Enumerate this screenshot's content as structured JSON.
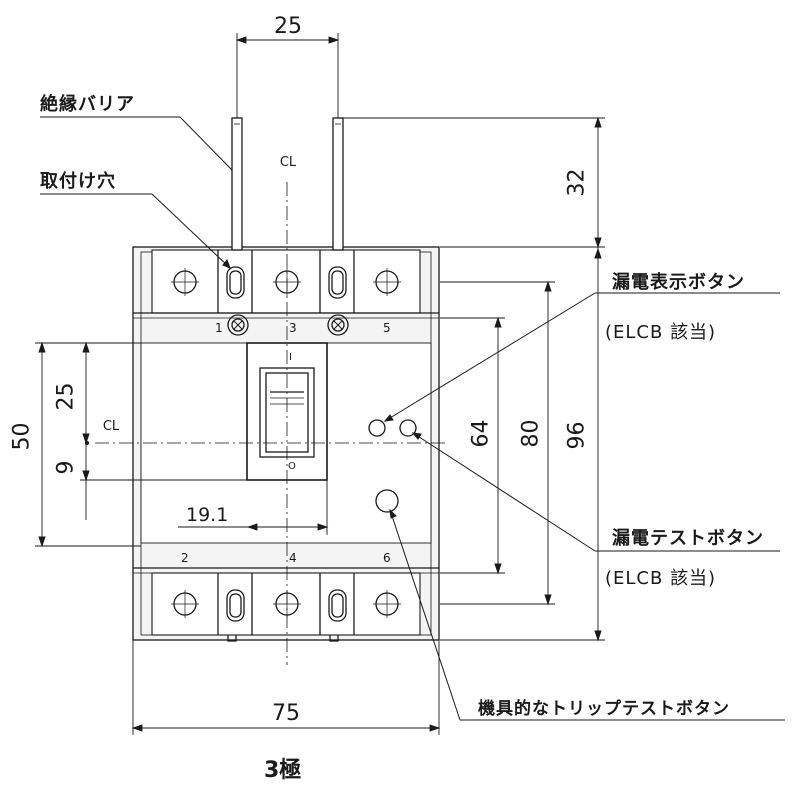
{
  "dimensions": {
    "terminal_pitch": "25",
    "terminal_height": "32",
    "leak_button_height": "64",
    "body_inner_height": "80",
    "overall_height": "96",
    "left_height": "50",
    "left_upper": "25",
    "left_lower": "9",
    "handle_offset": "19.1",
    "width": "75"
  },
  "centerline": "CL",
  "terminals": {
    "top": [
      "1",
      "3",
      "5"
    ],
    "bottom": [
      "2",
      "4",
      "6"
    ]
  },
  "handle": {
    "on_mark": "I",
    "off_mark": "O"
  },
  "callouts": {
    "insulation_barrier": "絶縁バリア",
    "mounting_hole": "取付け穴",
    "leak_indicator_button": "漏電表示ボタン",
    "leak_indicator_note": "(ELCB 該当)",
    "leak_test_button": "漏電テストボタン",
    "leak_test_note": "(ELCB 該当)",
    "trip_test_button": "機具的なトリップテストボタン"
  },
  "caption": "3極",
  "colors": {
    "line": "#1a1a1a",
    "paper": "#ffffff",
    "body_shade": "#f4f4f4"
  }
}
